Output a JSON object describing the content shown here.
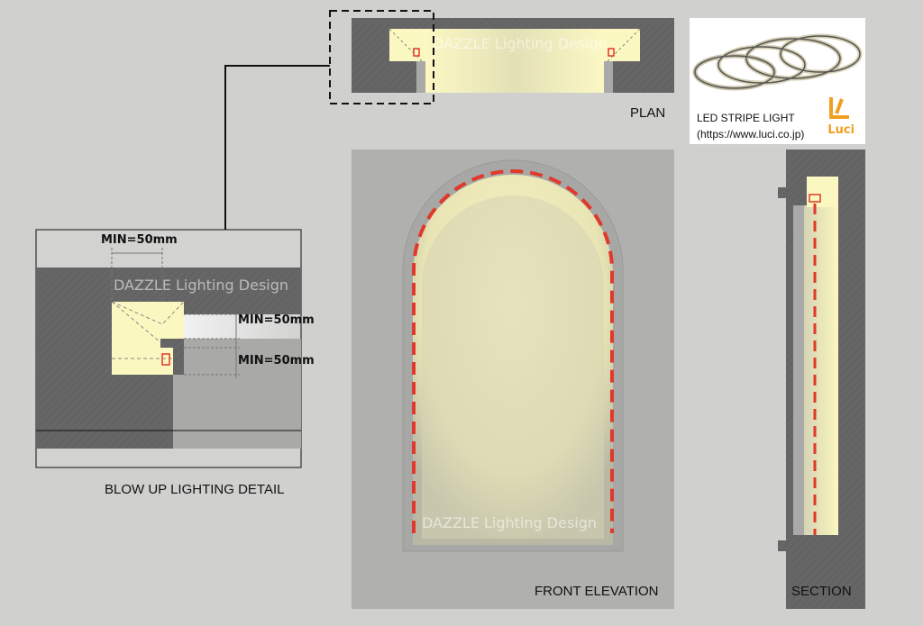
{
  "labels": {
    "plan": "PLAN",
    "front_elevation": "FRONT ELEVATION",
    "section": "SECTION",
    "blow_up": "BLOW UP LIGHTING DETAIL"
  },
  "dimensions": {
    "top_width": "MIN=50mm",
    "upper_depth": "MIN=50mm",
    "lower_depth": "MIN=50mm"
  },
  "watermark": "DAZZLE Lighting Design",
  "product": {
    "name": "LED STRIPE LIGHT",
    "url": "(https://www.luci.co.jp)",
    "brand": "Luci"
  },
  "colors": {
    "background": "#d0d0cf",
    "wall": "#6b6b6b",
    "glow": "#fbf7c0",
    "led": "#e0392b",
    "panel": "#a8a8a6"
  }
}
